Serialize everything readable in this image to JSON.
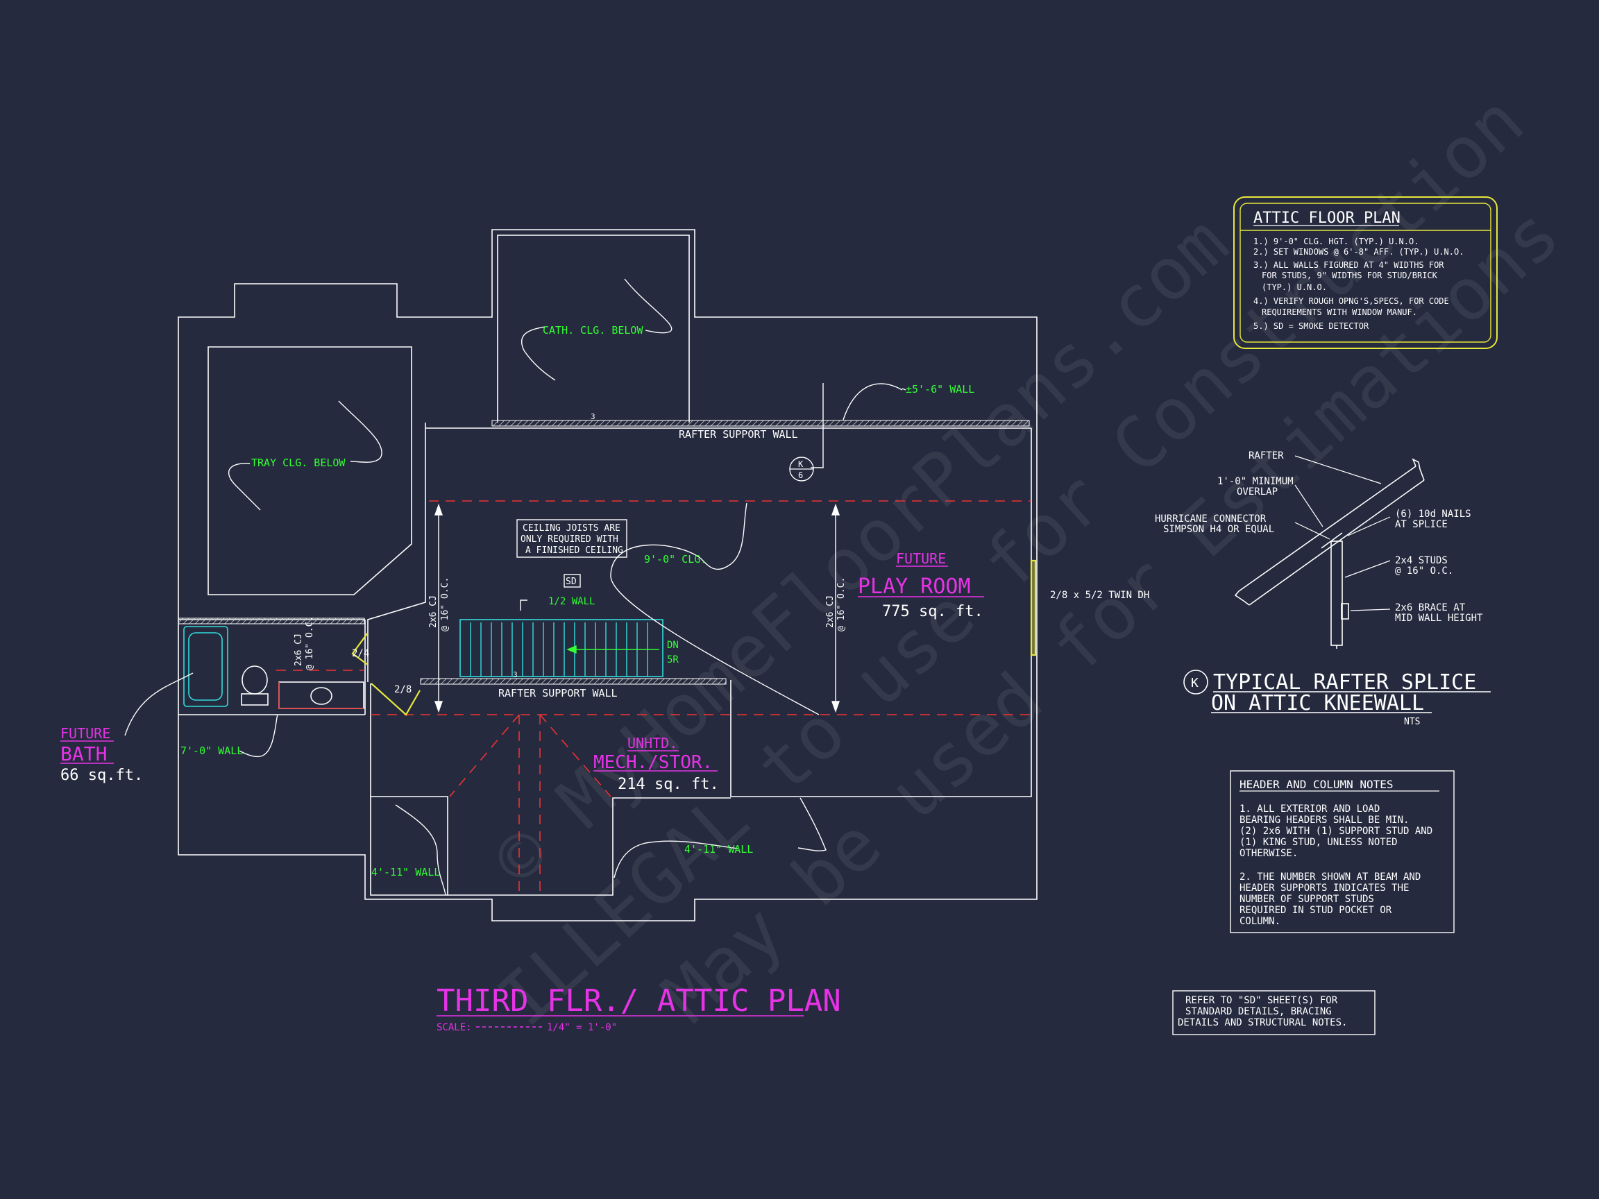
{
  "watermark": {
    "line1": "© MyHomeFloorPlans.com",
    "line2": "ILLEGAL to use for Construction",
    "line3": "May be used for Estimations"
  },
  "rooms": {
    "bath": {
      "line1": "FUTURE",
      "line2": "BATH",
      "area": "66 sq.ft."
    },
    "play": {
      "line1": "FUTURE",
      "line2": "PLAY ROOM",
      "area": "775 sq. ft."
    },
    "mech": {
      "line1": "UNHTD.",
      "line2": "MECH./STOR.",
      "area": "214 sq. ft."
    }
  },
  "labels": {
    "tray": "TRAY CLG. BELOW",
    "cath": "CATH. CLG. BELOW",
    "wall56": "±5'-6\" WALL",
    "rafterTop": "RAFTER SUPPORT WALL",
    "rafterBot": "RAFTER SUPPORT WALL",
    "joist1": "CEILING JOISTS ARE",
    "joist2": "ONLY REQUIRED WITH",
    "joist3": "A FINISHED CEILING",
    "clg9": "9'-0\" CLG.",
    "sd": "SD",
    "halfWall": "1/2 WALL",
    "dn": "DN",
    "fiveR": "5R",
    "cjLeft1": "2x6 CJ",
    "cjLeft2": "@ 16\" O.C.",
    "cjRight1": "2x6 CJ",
    "cjRight2": "@ 16\" O.C.",
    "cjBath1": "2x6 CJ",
    "cjBath2": "@ 16\" O.C.",
    "door24": "2/4",
    "door28": "2/8",
    "window": "2/8 x 5/2 TWIN DH",
    "wall70": "7'-0\" WALL",
    "wall411a": "4'-11\" WALL",
    "wall411b": "4'-11\" WALL",
    "tagLetter": "K",
    "tagSheet": "6",
    "beam3a": "3",
    "beam3b": "3"
  },
  "notes": {
    "title": "ATTIC FLOOR PLAN",
    "lines": [
      "1.) 9'-0\"  CLG. HGT. (TYP.) U.N.O.",
      "2.) SET WINDOWS @ 6'-8\" AFF. (TYP.) U.N.O.",
      "3.) ALL WALLS FIGURED AT 4\" WIDTHS FOR",
      "FOR STUDS, 9\" WIDTHS FOR STUD/BRICK",
      "(TYP.) U.N.O.",
      "4.) VERIFY ROUGH OPNG'S,SPECS, FOR CODE",
      "REQUIREMENTS WITH WINDOW MANUF.",
      "5.) SD = SMOKE DETECTOR"
    ]
  },
  "splice": {
    "rafter": "RAFTER",
    "overlap1": "1'-0\" MINIMUM",
    "overlap2": "OVERLAP",
    "hurr1": "HURRICANE CONNECTOR",
    "hurr2": "SIMPSON H4 OR EQUAL",
    "nails1": "(6) 10d NAILS",
    "nails2": "AT SPLICE",
    "studs1": "2x4 STUDS",
    "studs2": "@ 16\" O.C.",
    "brace1": "2x6 BRACE AT",
    "brace2": "MID WALL HEIGHT",
    "tag": "K",
    "title1": "TYPICAL RAFTER SPLICE",
    "title2": "ON ATTIC KNEEWALL",
    "nts": "NTS"
  },
  "header_notes": {
    "title": "HEADER AND COLUMN NOTES",
    "lines": [
      "1. ALL EXTERIOR AND LOAD",
      "BEARING HEADERS SHALL BE MIN.",
      "(2) 2x6 WITH (1) SUPPORT STUD AND",
      "(1) KING STUD, UNLESS NOTED",
      "OTHERWISE.",
      "",
      "2. THE NUMBER SHOWN AT BEAM AND",
      "HEADER SUPPORTS INDICATES THE",
      "NUMBER OF SUPPORT STUDS",
      "REQUIRED IN STUD POCKET OR",
      "COLUMN."
    ]
  },
  "refer": {
    "lines": [
      "REFER TO \"SD\"  SHEET(S) FOR",
      "STANDARD DETAILS, BRACING",
      "DETAILS AND STRUCTURAL NOTES."
    ]
  },
  "title": {
    "main": "THIRD FLR./ ATTIC PLAN",
    "scaleLabel": "SCALE:",
    "scaleValue": "1/4\" = 1'-0\""
  },
  "colors": {
    "background": "#252a3e",
    "lines": "#ffffff",
    "green": "#33ff33",
    "magenta": "#e633e6",
    "cyan": "#33dddd",
    "red": "#ee3333",
    "yellow": "#e8e83a"
  }
}
